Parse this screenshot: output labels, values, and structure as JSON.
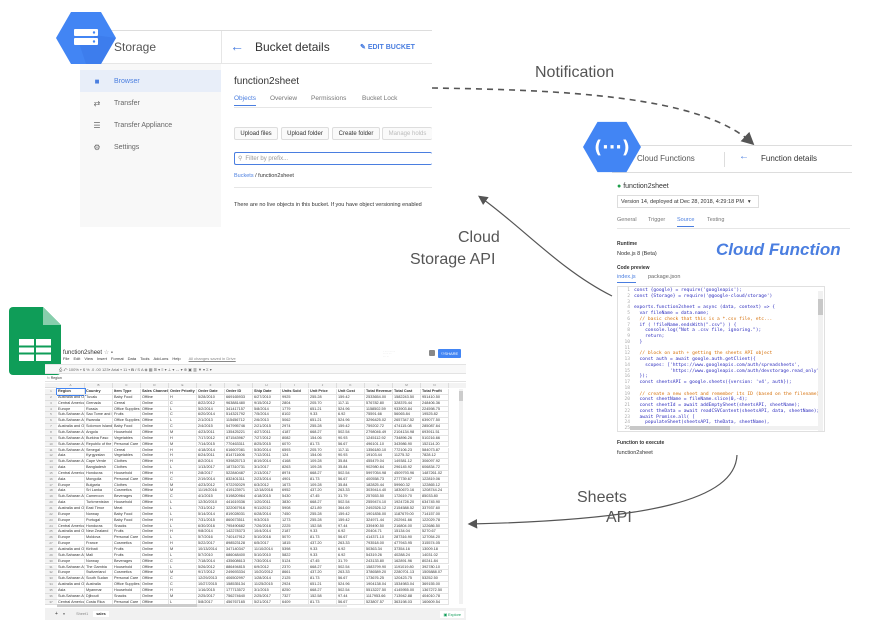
{
  "storage": {
    "title": "Storage",
    "page_title": "Bucket details",
    "edit_label": "EDIT BUCKET",
    "sidebar": [
      {
        "label": "Browser",
        "icon": "bucket-icon",
        "active": true
      },
      {
        "label": "Transfer",
        "icon": "transfer-icon"
      },
      {
        "label": "Transfer Appliance",
        "icon": "appliance-icon"
      },
      {
        "label": "Settings",
        "icon": "gear-icon"
      }
    ],
    "bucket_name": "function2sheet",
    "tabs": [
      "Objects",
      "Overview",
      "Permissions",
      "Bucket Lock"
    ],
    "buttons": [
      "Upload files",
      "Upload folder",
      "Create folder",
      "Manage holds"
    ],
    "filter_placeholder": "Filter by prefix...",
    "breadcrumb_root": "Buckets",
    "breadcrumb_current": "/ function2sheet",
    "empty_message": "There are no live objects in this bucket. If you have object versioning enabled"
  },
  "arrows": {
    "notification": "Notification",
    "cloud_storage_api_1": "Cloud",
    "cloud_storage_api_2": "Storage API",
    "sheets_api_1": "Sheets",
    "sheets_api_2": "API"
  },
  "functions": {
    "title": "Cloud Functions",
    "page_title": "Function details",
    "function_name": "function2sheet",
    "version": "Version 14, deployed at Dec 28, 2018, 4:29:18 PM",
    "tabs": [
      "General",
      "Trigger",
      "Source",
      "Testing"
    ],
    "runtime_label": "Runtime",
    "runtime_value": "Node.js 8 (Beta)",
    "code_preview_label": "Code preview",
    "files": [
      "index.js",
      "package.json"
    ],
    "overlay_label": "Cloud Function",
    "execute_label": "Function to execute",
    "execute_value": "function2sheet",
    "code": [
      "const {google} = require('googleapis');",
      "const {Storage} = require('@google-cloud/storage')",
      "",
      "exports.function2sheet = async (data, context) => {",
      "  var fileName = data.name;",
      "  // basic check that this is a *.csv file, etc...",
      "  if ( !fileName.endsWith(\".csv\") ) {",
      "    console.log(\"Not a .csv file, ignoring.\");",
      "    return;",
      "  }",
      "",
      "  // block on auth + getting the sheets API object",
      "  const auth = await google.auth.getClient({",
      "    scopes: ['https://www.googleapis.com/auth/spreadsheets',",
      "             'https://www.googleapis.com/auth/devstorage.read_only']",
      "  });",
      "  const sheetsAPI = google.sheets({version: 'v4', auth});",
      "",
      "  // create a new sheet and remember its ID (based on the filename)",
      "  const sheetName = fileName.slice(0,-4);",
      "  const sheetId = await addEmptySheet(sheetsAPI, sheetName);",
      "  const theData = await readCSVContent(sheetsAPI, data, sheetName);",
      "  await Promise.all( [",
      "    populateSheet(sheetsAPI, theData, sheetName),",
      ""
    ]
  },
  "sheets": {
    "doc_title": "function2sheet",
    "menu": [
      "File",
      "Edit",
      "View",
      "Insert",
      "Format",
      "Data",
      "Tools",
      "Add-ons",
      "Help"
    ],
    "save_status": "All changes saved in Drive",
    "share_label": "SHARE",
    "formula_value": "Region",
    "columns": [
      "A",
      "B",
      "C",
      "D",
      "E",
      "F",
      "G",
      "H",
      "I",
      "J",
      "K",
      "L",
      "M",
      "N"
    ],
    "headers": [
      "Region",
      "Country",
      "Item Type",
      "Sales Channel",
      "Order Priority",
      "Order Date",
      "Order ID",
      "Ship Date",
      "Units Sold",
      "Unit Price",
      "Unit Cost",
      "Total Revenue",
      "Total Cost",
      "Total Profit"
    ],
    "rows": [
      [
        "Australia and Oceania",
        "Tuvalu",
        "Baby Food",
        "Offline",
        "H",
        "5/28/2010",
        "669165933",
        "6/27/2010",
        "9925",
        "255.28",
        "159.42",
        "2533654.00",
        "1582243.50",
        "951410.50"
      ],
      [
        "Central America and the Caribbean",
        "Grenada",
        "Cereal",
        "Online",
        "C",
        "8/22/2012",
        "963881480",
        "9/15/2012",
        "2804",
        "205.70",
        "117.11",
        "576782.80",
        "328376.44",
        "248406.36"
      ],
      [
        "Europe",
        "Russia",
        "Office Supplies",
        "Offline",
        "L",
        "5/2/2014",
        "341417157",
        "5/8/2014",
        "1779",
        "651.21",
        "524.96",
        "1158502.59",
        "933903.84",
        "224598.75"
      ],
      [
        "Sub-Saharan Africa",
        "Sao Tome and Principe",
        "Fruits",
        "Online",
        "C",
        "6/20/2014",
        "514321792",
        "7/5/2014",
        "8102",
        "9.33",
        "6.92",
        "75591.66",
        "56065.84",
        "19525.82"
      ],
      [
        "Sub-Saharan Africa",
        "Rwanda",
        "Office Supplies",
        "Offline",
        "L",
        "2/1/2013",
        "115456712",
        "2/6/2013",
        "5062",
        "651.21",
        "524.96",
        "3296425.02",
        "2657347.52",
        "639077.50"
      ],
      [
        "Australia and Oceania",
        "Solomon Islands",
        "Baby Food",
        "Online",
        "C",
        "2/4/2015",
        "547995746",
        "2/21/2015",
        "2974",
        "255.28",
        "159.42",
        "759202.72",
        "474115.08",
        "285087.64"
      ],
      [
        "Sub-Saharan Africa",
        "Angola",
        "Household",
        "Offline",
        "M",
        "4/23/2011",
        "135425221",
        "4/27/2011",
        "4187",
        "668.27",
        "502.54",
        "2798046.49",
        "2104134.98",
        "693911.51"
      ],
      [
        "Sub-Saharan Africa",
        "Burkina Faso",
        "Vegetables",
        "Online",
        "H",
        "7/17/2012",
        "871543967",
        "7/27/2012",
        "8082",
        "154.06",
        "90.93",
        "1245112.92",
        "734896.26",
        "510216.66"
      ],
      [
        "Sub-Saharan Africa",
        "Republic of the Congo",
        "Personal Care",
        "Offline",
        "M",
        "7/14/2015",
        "770463311",
        "8/25/2015",
        "6070",
        "81.73",
        "56.67",
        "496101.10",
        "343986.90",
        "152114.20"
      ],
      [
        "Sub-Saharan Africa",
        "Senegal",
        "Cereal",
        "Online",
        "H",
        "4/18/2014",
        "616607081",
        "5/30/2014",
        "6593",
        "205.70",
        "117.11",
        "1356180.10",
        "772106.23",
        "584073.87"
      ],
      [
        "Asia",
        "Kyrgyzstan",
        "Vegetables",
        "Online",
        "H",
        "6/24/2011",
        "814711606",
        "7/12/2011",
        "124",
        "154.06",
        "90.93",
        "19103.44",
        "11275.32",
        "7828.12"
      ],
      [
        "Sub-Saharan Africa",
        "Cape Verde",
        "Clothes",
        "Offline",
        "H",
        "8/2/2014",
        "939825713",
        "8/19/2014",
        "4168",
        "109.28",
        "35.84",
        "455479.04",
        "149381.12",
        "306097.92"
      ],
      [
        "Asia",
        "Bangladesh",
        "Clothes",
        "Online",
        "L",
        "1/13/2017",
        "187310731",
        "3/1/2017",
        "8263",
        "109.28",
        "35.84",
        "902980.64",
        "296145.92",
        "606834.72"
      ],
      [
        "Central America and the Caribbean",
        "Honduras",
        "Household",
        "Offline",
        "H",
        "2/8/2017",
        "522840487",
        "2/13/2017",
        "8974",
        "668.27",
        "502.54",
        "5997054.98",
        "4509793.96",
        "1487261.02"
      ],
      [
        "Asia",
        "Mongolia",
        "Personal Care",
        "Offline",
        "C",
        "2/19/2014",
        "832401311",
        "2/23/2014",
        "4901",
        "81.73",
        "56.67",
        "400558.73",
        "277739.67",
        "122819.06"
      ],
      [
        "Europe",
        "Bulgaria",
        "Clothes",
        "Online",
        "M",
        "4/23/2012",
        "972292029",
        "6/3/2012",
        "1673",
        "109.28",
        "35.84",
        "182825.44",
        "59960.32",
        "122865.12"
      ],
      [
        "Asia",
        "Sri Lanka",
        "Cosmetics",
        "Offline",
        "M",
        "11/19/2016",
        "419123971",
        "12/18/2016",
        "6952",
        "437.20",
        "263.33",
        "3039414.40",
        "1830670.16",
        "1208744.24"
      ],
      [
        "Sub-Saharan Africa",
        "Cameroon",
        "Beverages",
        "Offline",
        "C",
        "4/1/2015",
        "519820964",
        "4/18/2015",
        "5430",
        "47.45",
        "31.79",
        "257653.50",
        "172619.70",
        "85033.80"
      ],
      [
        "Asia",
        "Turkmenistan",
        "Household",
        "Offline",
        "L",
        "12/30/2010",
        "441619336",
        "1/20/2011",
        "3830",
        "668.27",
        "502.54",
        "2559474.10",
        "1924728.20",
        "634745.90"
      ],
      [
        "Australia and Oceania",
        "East Timor",
        "Meat",
        "Online",
        "L",
        "7/31/2012",
        "322067916",
        "9/11/2012",
        "5908",
        "421.89",
        "364.69",
        "2492526.12",
        "2154588.52",
        "337937.60"
      ],
      [
        "Europe",
        "Norway",
        "Baby Food",
        "Online",
        "L",
        "5/14/2014",
        "819028031",
        "6/28/2014",
        "7450",
        "255.28",
        "159.42",
        "1901836.00",
        "1187679.00",
        "714157.00"
      ],
      [
        "Europe",
        "Portugal",
        "Baby Food",
        "Online",
        "H",
        "7/31/2015",
        "860673511",
        "9/3/2015",
        "1273",
        "255.28",
        "159.42",
        "324971.44",
        "202941.66",
        "122029.78"
      ],
      [
        "Central America and the Caribbean",
        "Honduras",
        "Snacks",
        "Online",
        "L",
        "6/30/2016",
        "795490682",
        "7/26/2016",
        "2225",
        "152.58",
        "97.44",
        "339490.50",
        "216804.00",
        "122686.50"
      ],
      [
        "Australia and Oceania",
        "New Zealand",
        "Fruits",
        "Online",
        "H",
        "9/8/2014",
        "142278373",
        "10/4/2014",
        "2187",
        "9.33",
        "6.92",
        "20404.71",
        "15134.04",
        "5270.67"
      ],
      [
        "Europe",
        "Moldova",
        "Personal Care",
        "Online",
        "L",
        "5/7/2016",
        "740147912",
        "5/10/2016",
        "5070",
        "81.73",
        "56.67",
        "414371.10",
        "287316.90",
        "127054.20"
      ],
      [
        "Europe",
        "France",
        "Cosmetics",
        "Online",
        "H",
        "5/22/2017",
        "898523128",
        "6/5/2017",
        "1815",
        "437.20",
        "263.33",
        "793518.00",
        "477943.95",
        "315574.05"
      ],
      [
        "Australia and Oceania",
        "Kiribati",
        "Fruits",
        "Online",
        "M",
        "10/13/2014",
        "347140347",
        "11/10/2014",
        "5398",
        "9.33",
        "6.92",
        "50363.34",
        "37354.16",
        "13009.18"
      ],
      [
        "Sub-Saharan Africa",
        "Mali",
        "Fruits",
        "Online",
        "L",
        "5/7/2010",
        "686048400",
        "5/10/2010",
        "5822",
        "9.33",
        "6.92",
        "54319.26",
        "40288.24",
        "14031.02"
      ],
      [
        "Europe",
        "Norway",
        "Beverages",
        "Offline",
        "C",
        "7/18/2014",
        "435608613",
        "7/30/2014",
        "5124",
        "47.45",
        "31.79",
        "243133.80",
        "162891.96",
        "80241.84"
      ],
      [
        "Sub-Saharan Africa",
        "The Gambia",
        "Household",
        "Offline",
        "L",
        "5/26/2012",
        "886494815",
        "6/9/2012",
        "2370",
        "668.27",
        "502.54",
        "1583799.90",
        "1191019.80",
        "392780.10"
      ],
      [
        "Europe",
        "Switzerland",
        "Cosmetics",
        "Offline",
        "M",
        "9/17/2012",
        "249693334",
        "10/20/2012",
        "8661",
        "437.20",
        "263.33",
        "3786589.20",
        "2280701.13",
        "1505888.07"
      ],
      [
        "Sub-Saharan Africa",
        "South Sudan",
        "Personal Care",
        "Offline",
        "C",
        "12/29/2013",
        "406502997",
        "1/28/2014",
        "2125",
        "81.73",
        "56.67",
        "173676.25",
        "120423.75",
        "53252.50"
      ],
      [
        "Australia and Oceania",
        "Australia",
        "Office Supplies",
        "Online",
        "C",
        "10/27/2015",
        "158535134",
        "11/25/2015",
        "2924",
        "651.21",
        "524.96",
        "1904138.04",
        "1534983.04",
        "369155.00"
      ],
      [
        "Asia",
        "Myanmar",
        "Household",
        "Offline",
        "H",
        "1/16/2015",
        "177713572",
        "3/1/2015",
        "8250",
        "668.27",
        "502.54",
        "5513227.50",
        "4145955.00",
        "1367272.50"
      ],
      [
        "Sub-Saharan Africa",
        "Djibouti",
        "Snacks",
        "Online",
        "M",
        "2/25/2017",
        "756274640",
        "2/25/2017",
        "7327",
        "152.58",
        "97.44",
        "1117953.66",
        "713942.88",
        "404010.78"
      ],
      [
        "Central America and the Caribbean",
        "Costa Rica",
        "Personal Care",
        "Offline",
        "L",
        "5/8/2017",
        "456767165",
        "5/21/2017",
        "6409",
        "81.73",
        "56.67",
        "523807.57",
        "363198.03",
        "160609.54"
      ]
    ],
    "sheet_tabs": [
      "Sheet1",
      "sales"
    ],
    "explore_label": "Explore"
  },
  "colors": {
    "google_blue": "#4285f4",
    "sheets_green": "#0f9d58",
    "link_blue": "#4a7ee0",
    "arrow": "#555555"
  }
}
